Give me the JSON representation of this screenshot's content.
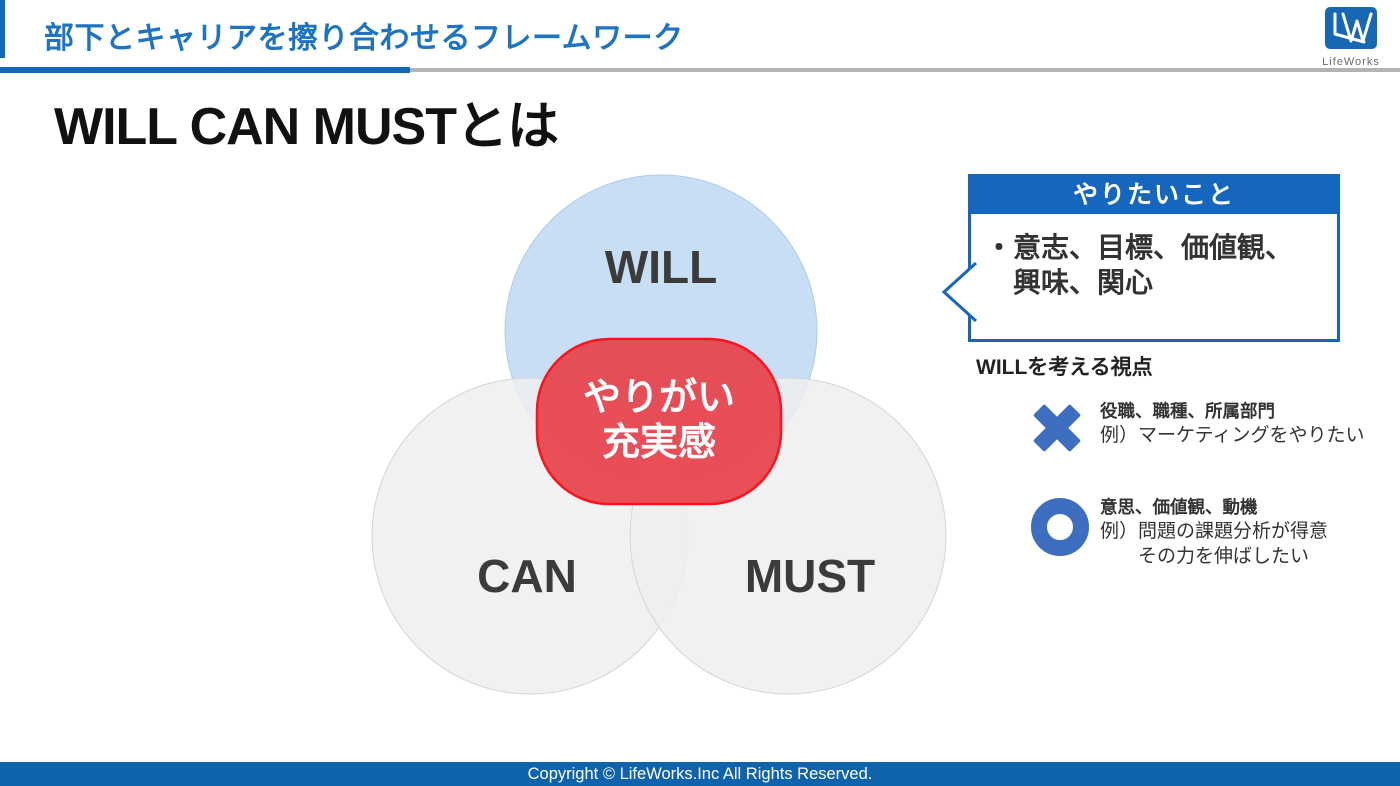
{
  "header": {
    "title": "部下とキャリアを擦り合わせるフレームワーク",
    "logo": {
      "monogram": "LW",
      "name": "LifeWorks"
    }
  },
  "page": {
    "title": "WILL CAN MUSTとは"
  },
  "venn": {
    "circles": [
      {
        "label": "WILL"
      },
      {
        "label": "CAN"
      },
      {
        "label": "MUST"
      }
    ],
    "center": {
      "line1": "やりがい",
      "line2": "充実感"
    },
    "colors": {
      "will_fill": "#C8DEF5",
      "will_stroke": "#AECBE9",
      "gray_fill": "#EEEEEE",
      "gray_stroke": "#D4D4D4",
      "center_fill": "#E8464E",
      "center_border": "#FB141E"
    }
  },
  "callout": {
    "header": "やりたいこと",
    "body_line1": "・意志、目標、価値観、",
    "body_line2": "興味、関心"
  },
  "viewpoint": {
    "heading": "WILLを考える視点",
    "items": [
      {
        "icon": "x-mark-icon",
        "title": "役職、職種、所属部門",
        "example_line1": "例）マーケティングをやりたい",
        "example_line2": ""
      },
      {
        "icon": "circle-mark-icon",
        "title": "意思、価値観、動機",
        "example_line1": "例）問題の課題分析が得意",
        "example_line2": "その力を伸ばしたい"
      }
    ]
  },
  "footer": {
    "copyright": "Copyright © LifeWorks.Inc All Rights Reserved."
  },
  "colors": {
    "accent_blue": "#1467B8",
    "header_text_blue": "#1E73C2",
    "callout_blue": "#1566BC",
    "footer_blue": "#0F62AC",
    "icon_blue": "#3D6EBF",
    "divider_gray": "#B3B3B3"
  }
}
